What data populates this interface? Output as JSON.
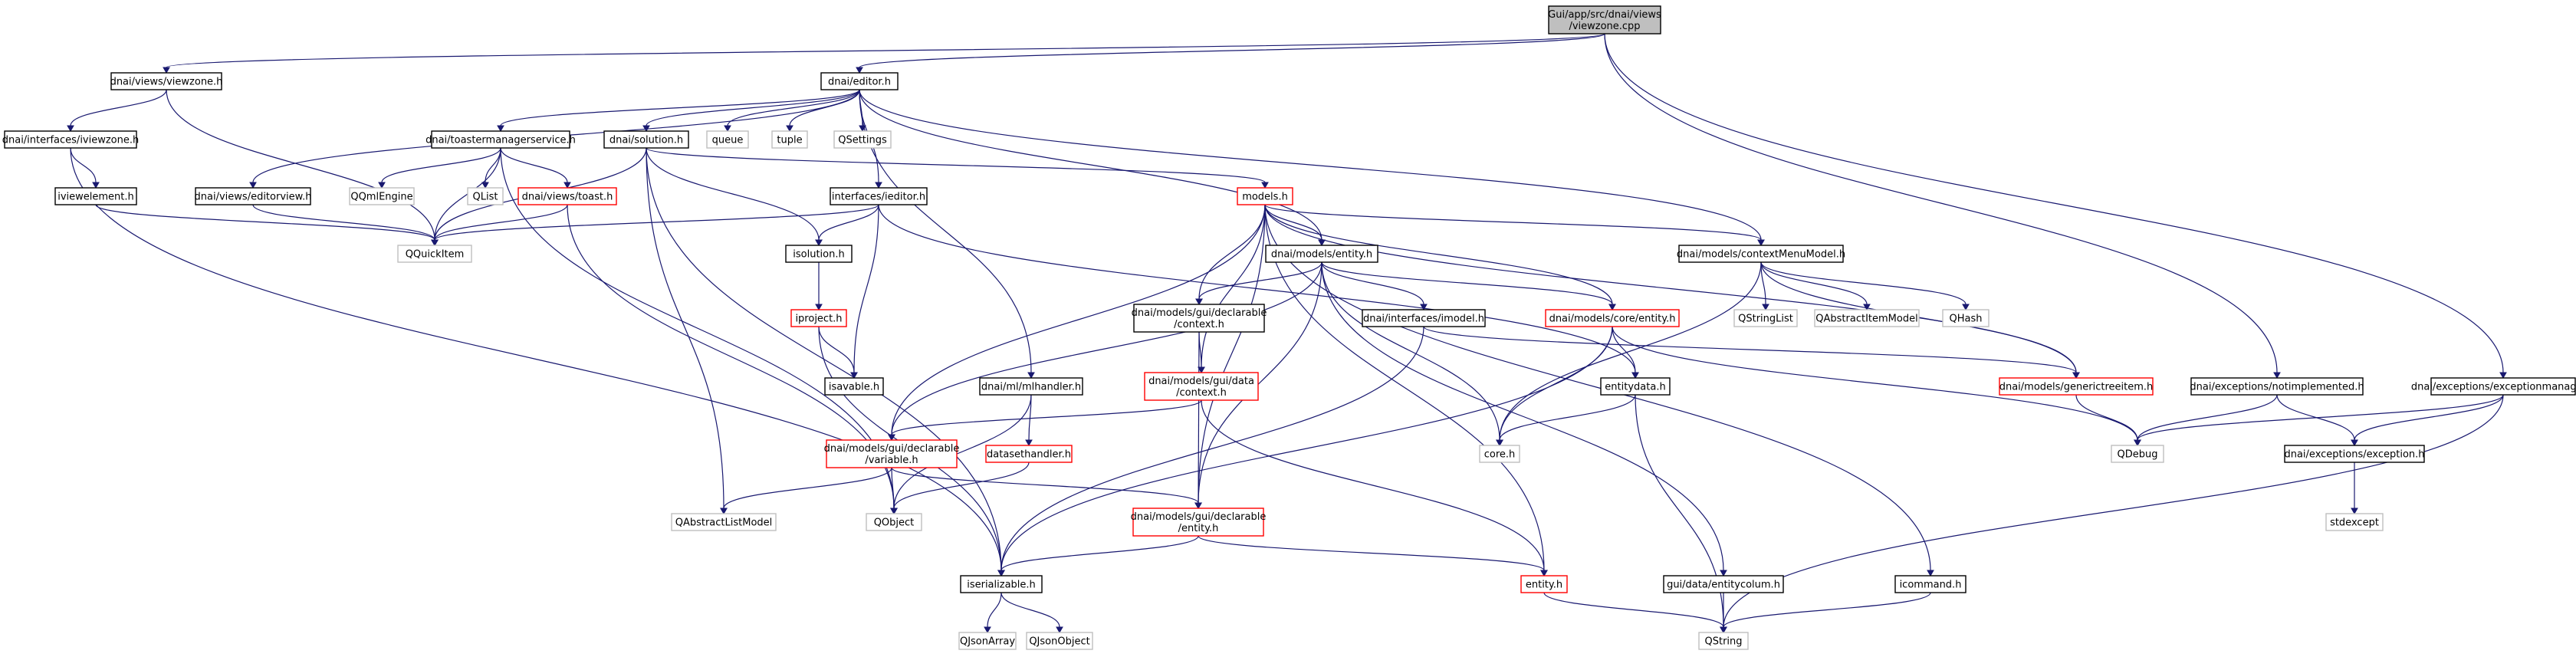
{
  "graph": {
    "nodes": [
      {
        "id": "root",
        "lines": [
          "Gui/app/src/dnai/views",
          "/viewzone.cpp"
        ],
        "style": "root"
      },
      {
        "id": "viewzone_h",
        "lines": [
          "dnai/views/viewzone.h"
        ],
        "style": "black"
      },
      {
        "id": "editor_h",
        "lines": [
          "dnai/editor.h"
        ],
        "style": "black"
      },
      {
        "id": "iviewzone_h",
        "lines": [
          "dnai/interfaces/iviewzone.h"
        ],
        "style": "black"
      },
      {
        "id": "iviewelement_h",
        "lines": [
          "iviewelement.h"
        ],
        "style": "black"
      },
      {
        "id": "editorview_h",
        "lines": [
          "dnai/views/editorview.h"
        ],
        "style": "black"
      },
      {
        "id": "toastermanager_h",
        "lines": [
          "dnai/toastermanagerservice.h"
        ],
        "style": "black"
      },
      {
        "id": "qqmlengine",
        "lines": [
          "QQmlEngine"
        ],
        "style": "gray"
      },
      {
        "id": "qlist",
        "lines": [
          "QList"
        ],
        "style": "gray"
      },
      {
        "id": "toast_h",
        "lines": [
          "dnai/views/toast.h"
        ],
        "style": "red"
      },
      {
        "id": "qquickitem",
        "lines": [
          "QQuickItem"
        ],
        "style": "gray"
      },
      {
        "id": "solution_h",
        "lines": [
          "dnai/solution.h"
        ],
        "style": "black"
      },
      {
        "id": "queue",
        "lines": [
          "queue"
        ],
        "style": "gray"
      },
      {
        "id": "tuple",
        "lines": [
          "tuple"
        ],
        "style": "gray"
      },
      {
        "id": "qsettings",
        "lines": [
          "QSettings"
        ],
        "style": "gray"
      },
      {
        "id": "ieditor_h",
        "lines": [
          "interfaces/ieditor.h"
        ],
        "style": "black"
      },
      {
        "id": "isolution_h",
        "lines": [
          "isolution.h"
        ],
        "style": "black"
      },
      {
        "id": "iproject_h",
        "lines": [
          "iproject.h"
        ],
        "style": "red"
      },
      {
        "id": "isavable_h",
        "lines": [
          "isavable.h"
        ],
        "style": "black"
      },
      {
        "id": "models_h",
        "lines": [
          "models.h"
        ],
        "style": "red"
      },
      {
        "id": "entity_models_h",
        "lines": [
          "dnai/models/entity.h"
        ],
        "style": "black"
      },
      {
        "id": "gui_decl_context_h",
        "lines": [
          "dnai/models/gui/declarable",
          "/context.h"
        ],
        "style": "black"
      },
      {
        "id": "gui_data_context_h",
        "lines": [
          "dnai/models/gui/data",
          "/context.h"
        ],
        "style": "red"
      },
      {
        "id": "mlhandler_h",
        "lines": [
          "dnai/ml/mlhandler.h"
        ],
        "style": "black"
      },
      {
        "id": "datasethandler_h",
        "lines": [
          "datasethandler.h"
        ],
        "style": "red"
      },
      {
        "id": "gui_decl_variable_h",
        "lines": [
          "dnai/models/gui/declarable",
          "/variable.h"
        ],
        "style": "red"
      },
      {
        "id": "qabstractlistmodel",
        "lines": [
          "QAbstractListModel"
        ],
        "style": "gray"
      },
      {
        "id": "qobject",
        "lines": [
          "QObject"
        ],
        "style": "gray"
      },
      {
        "id": "gui_decl_entity_h",
        "lines": [
          "dnai/models/gui/declarable",
          "/entity.h"
        ],
        "style": "red"
      },
      {
        "id": "iserializable_h",
        "lines": [
          "iserializable.h"
        ],
        "style": "black"
      },
      {
        "id": "qjsonarray",
        "lines": [
          "QJsonArray"
        ],
        "style": "gray"
      },
      {
        "id": "qjsonobject",
        "lines": [
          "QJsonObject"
        ],
        "style": "gray"
      },
      {
        "id": "imodel_h",
        "lines": [
          "dnai/interfaces/imodel.h"
        ],
        "style": "black"
      },
      {
        "id": "core_entity_h",
        "lines": [
          "dnai/models/core/entity.h"
        ],
        "style": "red"
      },
      {
        "id": "entitydata_h",
        "lines": [
          "entitydata.h"
        ],
        "style": "black"
      },
      {
        "id": "core_h",
        "lines": [
          "core.h"
        ],
        "style": "gray"
      },
      {
        "id": "entity_h",
        "lines": [
          "entity.h"
        ],
        "style": "red"
      },
      {
        "id": "entitycolum_h",
        "lines": [
          "gui/data/entitycolum.h"
        ],
        "style": "black"
      },
      {
        "id": "qstring",
        "lines": [
          "QString"
        ],
        "style": "gray"
      },
      {
        "id": "contextmenu_h",
        "lines": [
          "dnai/models/contextMenuModel.h"
        ],
        "style": "black"
      },
      {
        "id": "qstringlist",
        "lines": [
          "QStringList"
        ],
        "style": "gray"
      },
      {
        "id": "qabstractitemmodel",
        "lines": [
          "QAbstractItemModel"
        ],
        "style": "gray"
      },
      {
        "id": "qhash",
        "lines": [
          "QHash"
        ],
        "style": "gray"
      },
      {
        "id": "generictreeitem_h",
        "lines": [
          "dnai/models/generictreeitem.h"
        ],
        "style": "red"
      },
      {
        "id": "icommand_h",
        "lines": [
          "icommand.h"
        ],
        "style": "black"
      },
      {
        "id": "notimplemented_h",
        "lines": [
          "dnai/exceptions/notimplemented.h"
        ],
        "style": "black"
      },
      {
        "id": "exceptionmanager_h",
        "lines": [
          "dnai/exceptions/exceptionmanager.h"
        ],
        "style": "black"
      },
      {
        "id": "qdebug",
        "lines": [
          "QDebug"
        ],
        "style": "gray"
      },
      {
        "id": "exception_h",
        "lines": [
          "dnai/exceptions/exception.h"
        ],
        "style": "black"
      },
      {
        "id": "stdexcept",
        "lines": [
          "stdexcept"
        ],
        "style": "gray"
      }
    ],
    "edges": [
      [
        "root",
        "viewzone_h"
      ],
      [
        "root",
        "editor_h"
      ],
      [
        "root",
        "notimplemented_h"
      ],
      [
        "root",
        "exceptionmanager_h"
      ],
      [
        "viewzone_h",
        "iviewzone_h"
      ],
      [
        "viewzone_h",
        "qquickitem"
      ],
      [
        "iviewzone_h",
        "iviewelement_h"
      ],
      [
        "iviewzone_h",
        "iserializable_h"
      ],
      [
        "iviewelement_h",
        "qquickitem"
      ],
      [
        "editor_h",
        "editorview_h"
      ],
      [
        "editor_h",
        "toastermanager_h"
      ],
      [
        "editor_h",
        "solution_h"
      ],
      [
        "editor_h",
        "queue"
      ],
      [
        "editor_h",
        "tuple"
      ],
      [
        "editor_h",
        "qsettings"
      ],
      [
        "editor_h",
        "ieditor_h"
      ],
      [
        "editor_h",
        "mlhandler_h"
      ],
      [
        "editor_h",
        "entity_models_h"
      ],
      [
        "editor_h",
        "contextmenu_h"
      ],
      [
        "editorview_h",
        "qquickitem"
      ],
      [
        "toastermanager_h",
        "qqmlengine"
      ],
      [
        "toastermanager_h",
        "qlist"
      ],
      [
        "toastermanager_h",
        "toast_h"
      ],
      [
        "toastermanager_h",
        "qquickitem"
      ],
      [
        "toastermanager_h",
        "qobject"
      ],
      [
        "toast_h",
        "qquickitem"
      ],
      [
        "toast_h",
        "qobject"
      ],
      [
        "solution_h",
        "qquickitem"
      ],
      [
        "solution_h",
        "isolution_h"
      ],
      [
        "solution_h",
        "models_h"
      ],
      [
        "solution_h",
        "qabstractlistmodel"
      ],
      [
        "solution_h",
        "iserializable_h"
      ],
      [
        "ieditor_h",
        "qquickitem"
      ],
      [
        "ieditor_h",
        "isolution_h"
      ],
      [
        "ieditor_h",
        "isavable_h"
      ],
      [
        "ieditor_h",
        "entitydata_h"
      ],
      [
        "isolution_h",
        "iproject_h"
      ],
      [
        "iproject_h",
        "isavable_h"
      ],
      [
        "iproject_h",
        "iserializable_h"
      ],
      [
        "models_h",
        "entity_models_h"
      ],
      [
        "models_h",
        "gui_decl_context_h"
      ],
      [
        "models_h",
        "gui_data_context_h"
      ],
      [
        "models_h",
        "gui_decl_variable_h"
      ],
      [
        "models_h",
        "gui_decl_entity_h"
      ],
      [
        "models_h",
        "core_entity_h"
      ],
      [
        "models_h",
        "contextmenu_h"
      ],
      [
        "models_h",
        "generictreeitem_h"
      ],
      [
        "models_h",
        "icommand_h"
      ],
      [
        "models_h",
        "entity_h"
      ],
      [
        "entity_models_h",
        "gui_decl_context_h"
      ],
      [
        "entity_models_h",
        "imodel_h"
      ],
      [
        "entity_models_h",
        "core_entity_h"
      ],
      [
        "entity_models_h",
        "gui_decl_variable_h"
      ],
      [
        "entity_models_h",
        "gui_decl_entity_h"
      ],
      [
        "entity_models_h",
        "core_h"
      ],
      [
        "entity_models_h",
        "entitycolum_h"
      ],
      [
        "gui_decl_context_h",
        "gui_data_context_h"
      ],
      [
        "gui_decl_context_h",
        "gui_decl_entity_h"
      ],
      [
        "gui_data_context_h",
        "gui_decl_variable_h"
      ],
      [
        "gui_data_context_h",
        "entity_h"
      ],
      [
        "mlhandler_h",
        "datasethandler_h"
      ],
      [
        "mlhandler_h",
        "qobject"
      ],
      [
        "datasethandler_h",
        "qobject"
      ],
      [
        "gui_decl_variable_h",
        "qabstractlistmodel"
      ],
      [
        "gui_decl_variable_h",
        "qobject"
      ],
      [
        "gui_decl_variable_h",
        "gui_decl_entity_h"
      ],
      [
        "gui_decl_entity_h",
        "iserializable_h"
      ],
      [
        "gui_decl_entity_h",
        "entity_h"
      ],
      [
        "iserializable_h",
        "qjsonarray"
      ],
      [
        "iserializable_h",
        "qjsonobject"
      ],
      [
        "imodel_h",
        "iserializable_h"
      ],
      [
        "imodel_h",
        "generictreeitem_h"
      ],
      [
        "core_entity_h",
        "entitydata_h"
      ],
      [
        "core_entity_h",
        "core_h"
      ],
      [
        "core_entity_h",
        "qdebug"
      ],
      [
        "core_entity_h",
        "iserializable_h"
      ],
      [
        "entitydata_h",
        "core_h"
      ],
      [
        "entitydata_h",
        "qstring"
      ],
      [
        "entity_h",
        "qstring"
      ],
      [
        "entitycolum_h",
        "qstring"
      ],
      [
        "contextmenu_h",
        "qstringlist"
      ],
      [
        "contextmenu_h",
        "qabstractitemmodel"
      ],
      [
        "contextmenu_h",
        "qhash"
      ],
      [
        "contextmenu_h",
        "generictreeitem_h"
      ],
      [
        "contextmenu_h",
        "core_h"
      ],
      [
        "generictreeitem_h",
        "qdebug"
      ],
      [
        "icommand_h",
        "qstring"
      ],
      [
        "notimplemented_h",
        "qdebug"
      ],
      [
        "notimplemented_h",
        "exception_h"
      ],
      [
        "exceptionmanager_h",
        "qdebug"
      ],
      [
        "exceptionmanager_h",
        "exception_h"
      ],
      [
        "exceptionmanager_h",
        "qstring"
      ],
      [
        "exception_h",
        "stdexcept"
      ]
    ]
  }
}
